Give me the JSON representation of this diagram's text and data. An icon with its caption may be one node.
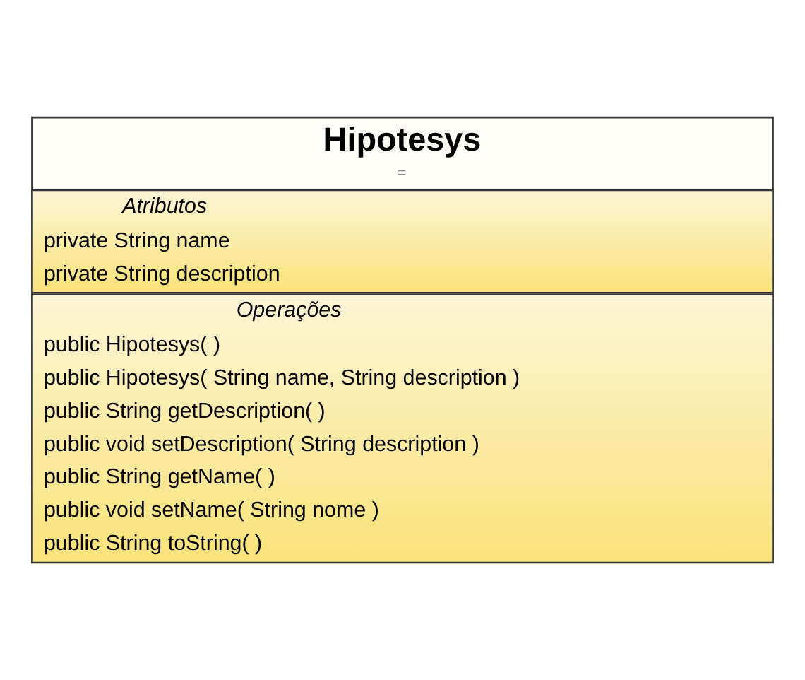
{
  "diagram": {
    "nodes": [
      {
        "text": [
          "Hipotesys",
          "="
        ]
      },
      {
        "text": [
          "Atributos",
          "private String name",
          "private String description"
        ],
        "in": 0
      },
      {
        "text": [
          "Operações",
          "public Hipotesys( )",
          "public Hipotesys( String name, String description )",
          "public String getDescription( )",
          "public void setDescription( String description )",
          "public String getName( )",
          "public void setName( String nome )",
          "public String toString( )"
        ],
        "in": 0
      }
    ]
  }
}
